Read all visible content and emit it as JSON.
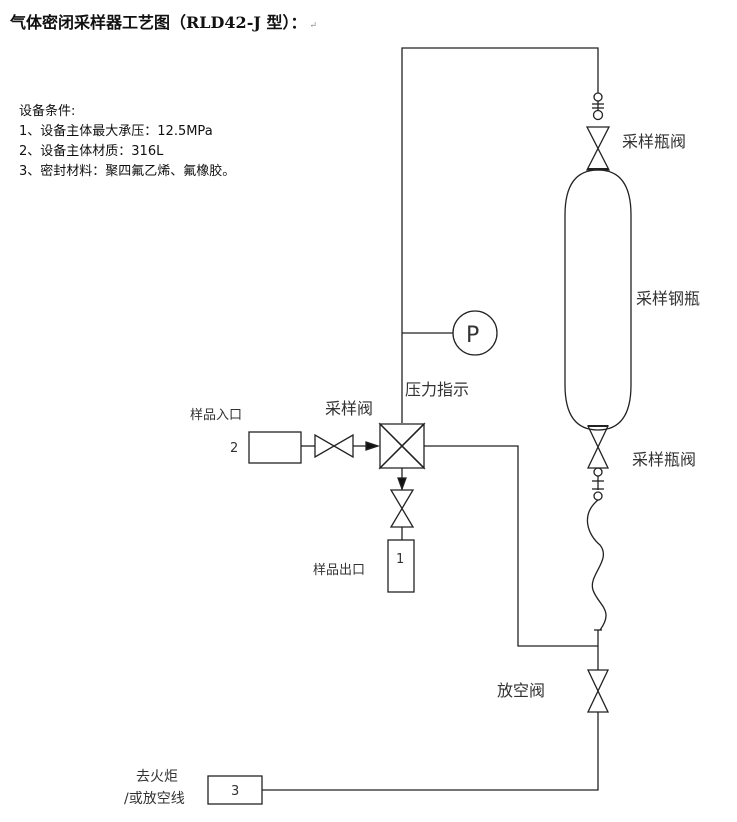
{
  "title": "气体密闭采样器工艺图（RLD42-J 型）：",
  "return_mark": "↵",
  "conditions": {
    "heading": "设备条件:",
    "items": [
      "1、设备主体最大承压：12.5MPa",
      "2、设备主体材质：316L",
      "3、密封材料：聚四氟乙烯、氟橡胶。"
    ]
  },
  "labels": {
    "top_bottle_valve": "采样瓶阀",
    "steel_cylinder": "采样钢瓶",
    "bottom_bottle_valve": "采样瓶阀",
    "pressure_gauge_symbol": "P",
    "pressure_indicator": "压力指示",
    "sampling_valve": "采样阀",
    "sample_inlet": "样品入口",
    "inlet_number": "2",
    "sample_outlet": "样品出口",
    "outlet_number": "1",
    "vent_valve": "放空阀",
    "flare_line_1": "去火炬",
    "flare_line_2": "/或放空线",
    "flare_number": "3"
  }
}
